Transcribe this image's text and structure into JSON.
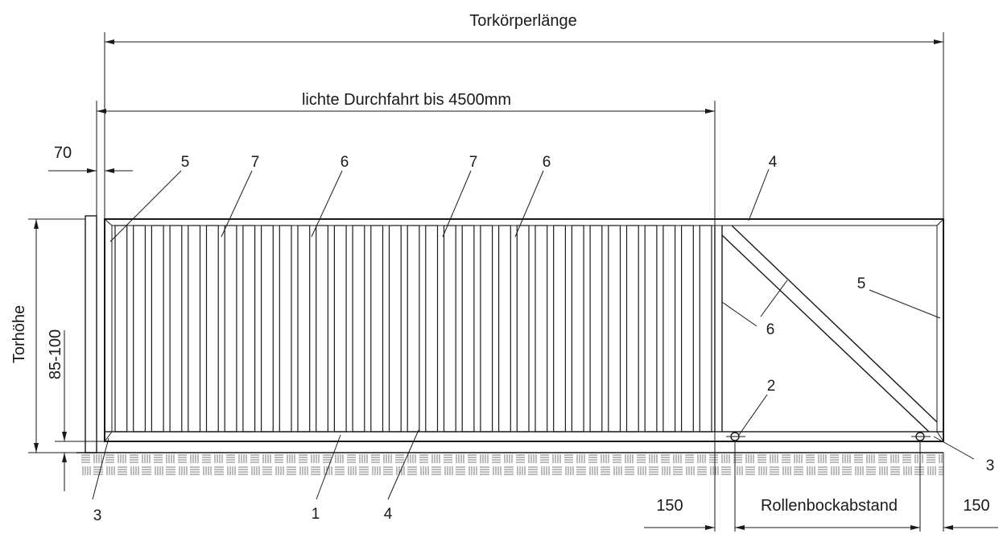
{
  "dimensions": {
    "overall_length": "Torkörperlänge",
    "clear_passage": "lichte Durchfahrt bis 4500mm",
    "post_offset": "70",
    "gate_height": "Torhöhe",
    "bottom_clearance": "85-100",
    "roller_spacing": "Rollenbockabstand",
    "left_margin": "150",
    "right_margin": "150"
  },
  "callouts": [
    {
      "id": "c5a",
      "label": "5"
    },
    {
      "id": "c7a",
      "label": "7"
    },
    {
      "id": "c6a",
      "label": "6"
    },
    {
      "id": "c7b",
      "label": "7"
    },
    {
      "id": "c6b",
      "label": "6"
    },
    {
      "id": "c4a",
      "label": "4"
    },
    {
      "id": "c5b",
      "label": "5"
    },
    {
      "id": "c6c",
      "label": "6"
    },
    {
      "id": "c2",
      "label": "2"
    },
    {
      "id": "c3a",
      "label": "3"
    },
    {
      "id": "c3b",
      "label": "3"
    },
    {
      "id": "c1",
      "label": "1"
    },
    {
      "id": "c4b",
      "label": "4"
    }
  ]
}
